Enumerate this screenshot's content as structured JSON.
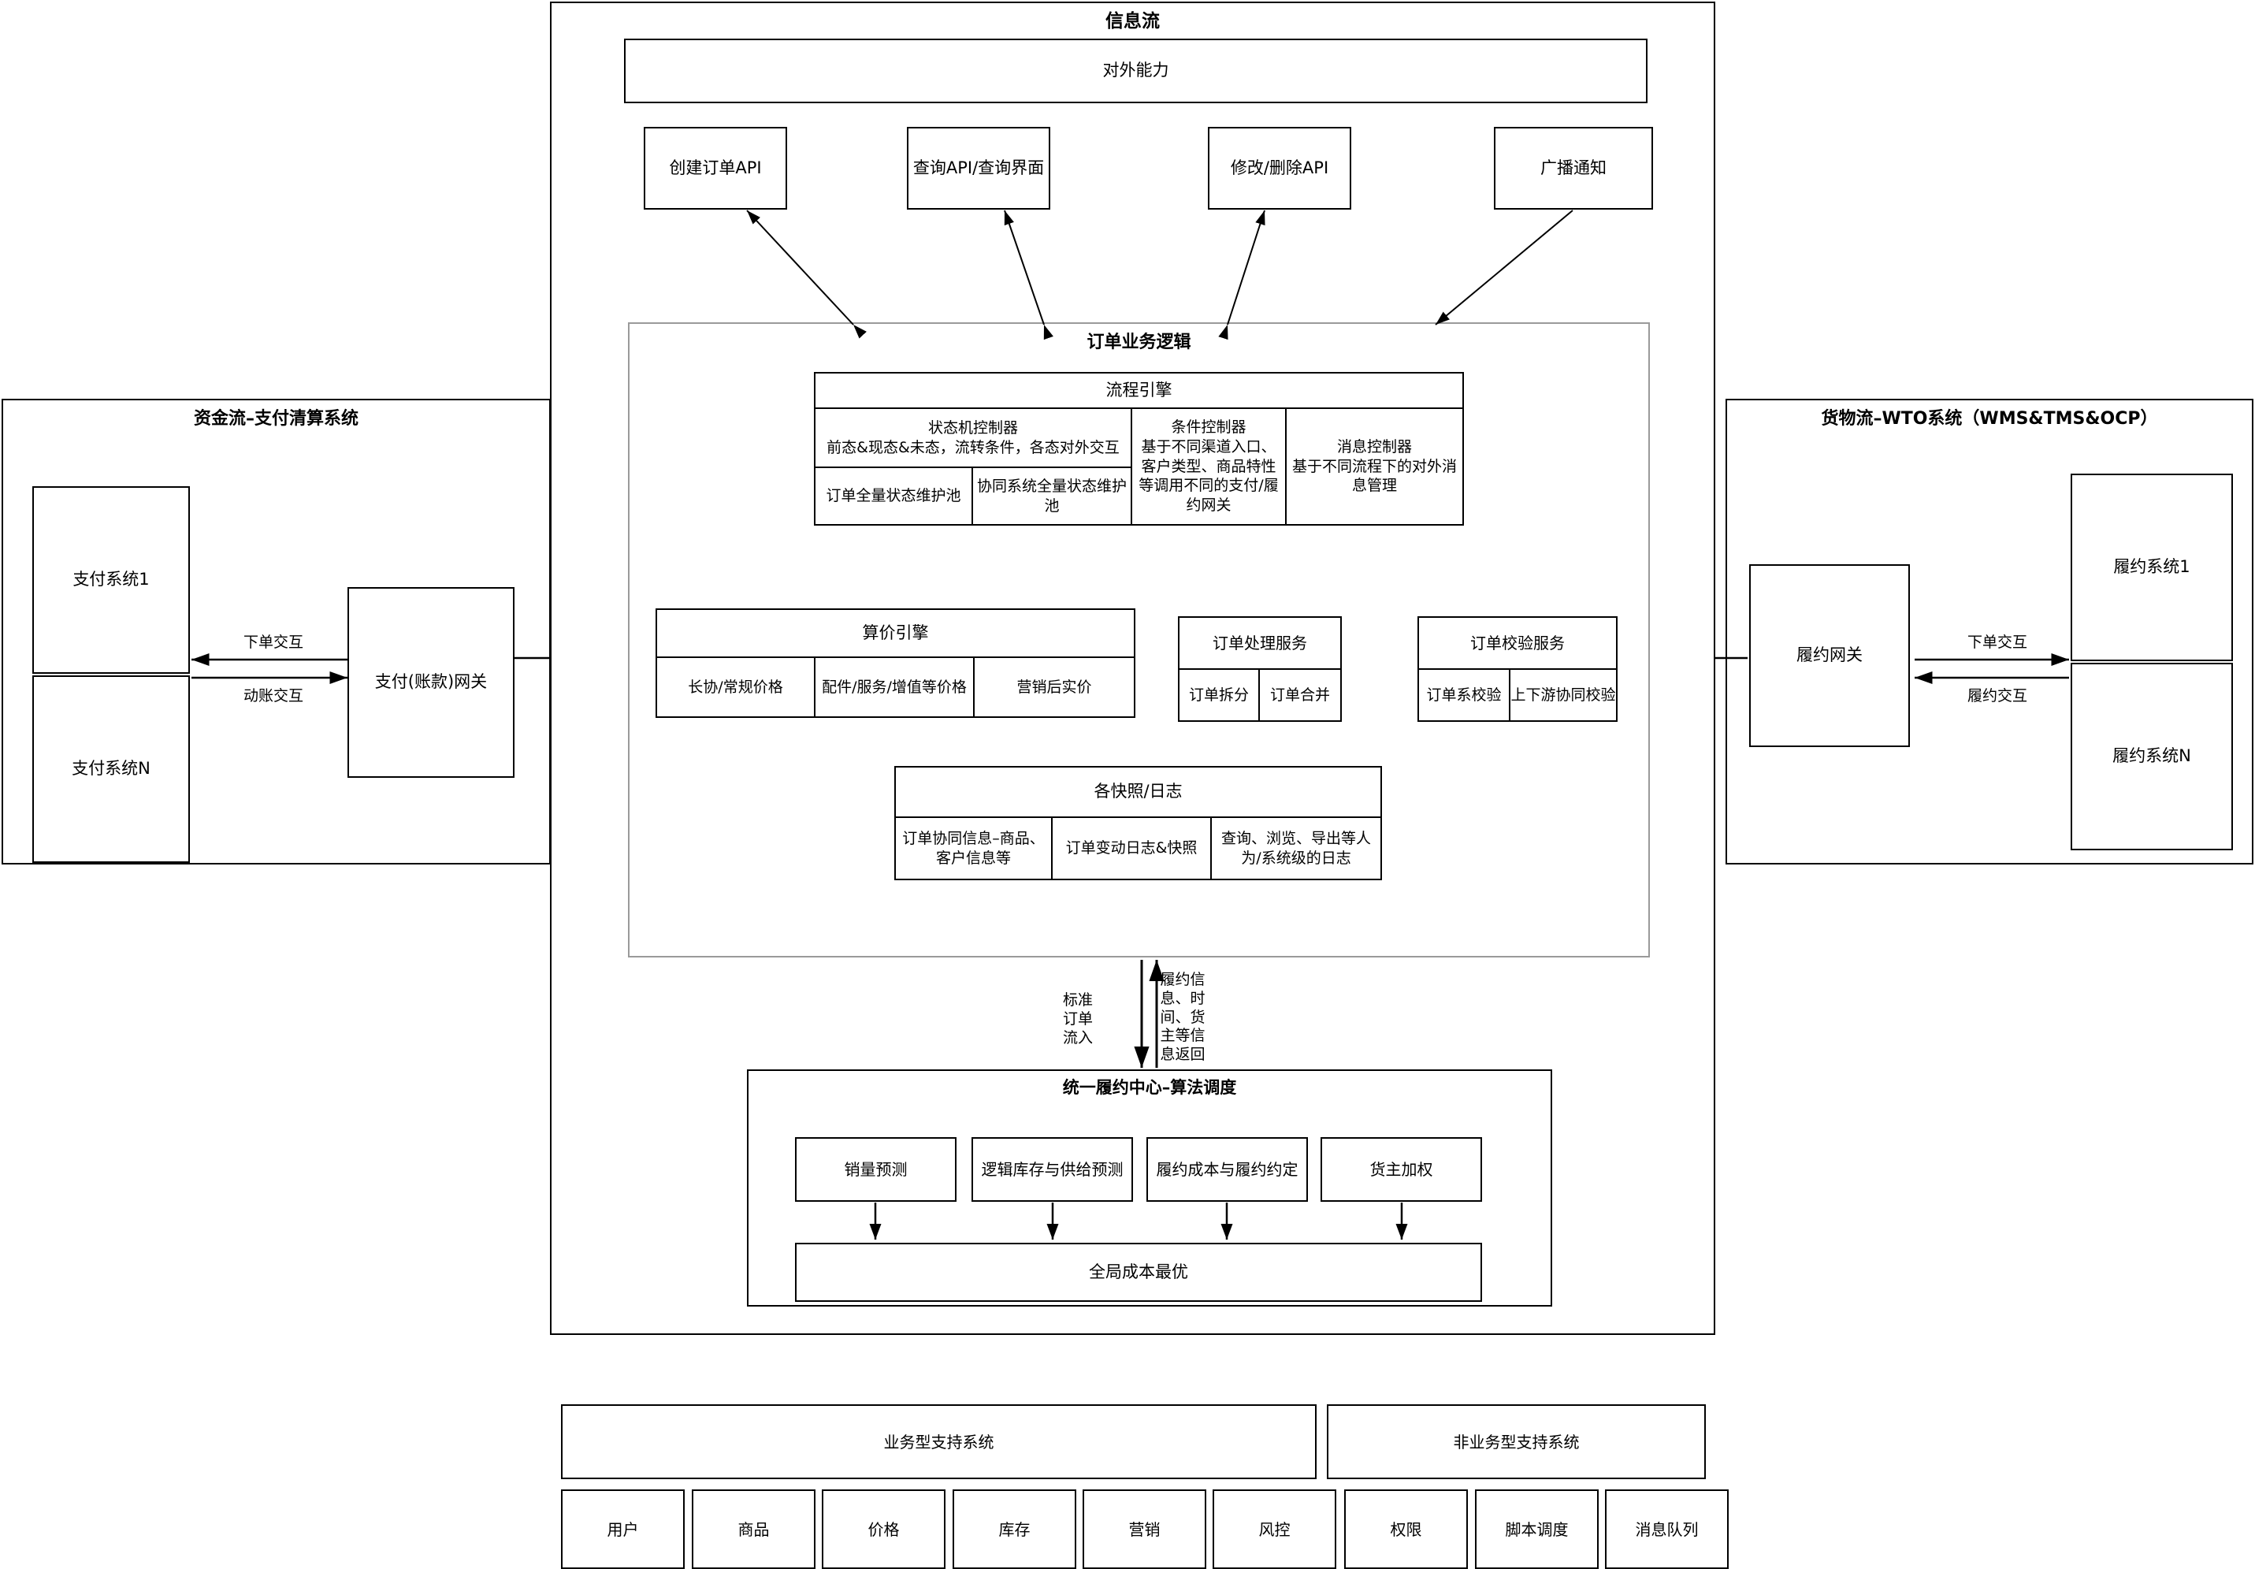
{
  "diagram": {
    "info_flow": {
      "title": "信息流",
      "external_capability": "对外能力",
      "apis": [
        {
          "label": "创建订单API"
        },
        {
          "label": "查询API/查询界面"
        },
        {
          "label": "修改/删除API"
        },
        {
          "label": "广播通知"
        }
      ],
      "order_business_logic": {
        "title": "订单业务逻辑",
        "process_engine": {
          "title": "流程引擎",
          "state_machine": {
            "title": "状态机控制器",
            "desc": "前态&现态&未态，流转条件，各态对外交互",
            "pools": [
              "订单全量状态维护池",
              "协同系统全量状态维护池"
            ]
          },
          "condition_controller": {
            "title": "条件控制器",
            "desc": "基于不同渠道入口、客户类型、商品特性等调用不同的支付/履约网关"
          },
          "message_controller": {
            "title": "消息控制器",
            "desc": "基于不同流程下的对外消息管理"
          }
        },
        "pricing_engine": {
          "title": "算价引擎",
          "cells": [
            "长协/常规价格",
            "配件/服务/增值等价格",
            "营销后实价"
          ]
        },
        "order_process_service": {
          "title": "订单处理服务",
          "cells": [
            "订单拆分",
            "订单合并"
          ]
        },
        "order_validate_service": {
          "title": "订单校验服务",
          "cells": [
            "订单系校验",
            "上下游协同校验"
          ]
        },
        "snapshot_log": {
          "title": "各快照/日志",
          "cells": [
            "订单协同信息–商品、客户信息等",
            "订单变动日志&快照",
            "查询、浏览、导出等人为/系统级的日志"
          ]
        }
      },
      "flow_labels": {
        "down": "标准订单流入",
        "up": "履约信息、时间、货主等信息返回"
      },
      "fulfillment_center": {
        "title": "统一履约中心–算法调度",
        "inputs": [
          "销量预测",
          "逻辑库存与供给预测",
          "履约成本与履约约定",
          "货主加权"
        ],
        "output": "全局成本最优"
      }
    },
    "money_flow": {
      "title": "资金流–支付清算系统",
      "systems": [
        "支付系统1",
        "支付系统N"
      ],
      "gateway": "支付(账款)网关",
      "edges": [
        "下单交互",
        "动账交互"
      ]
    },
    "goods_flow": {
      "title": "货物流–WTO系统（WMS&TMS&OCP）",
      "gateway": "履约网关",
      "systems": [
        "履约系统1",
        "履约系统N"
      ],
      "edges": [
        "下单交互",
        "履约交互"
      ]
    },
    "support": {
      "business_title": "业务型支持系统",
      "business_items": [
        "用户",
        "商品",
        "价格",
        "库存",
        "营销",
        "风控"
      ],
      "nonbusiness_title": "非业务型支持系统",
      "nonbusiness_items": [
        "权限",
        "脚本调度",
        "消息队列"
      ]
    }
  }
}
